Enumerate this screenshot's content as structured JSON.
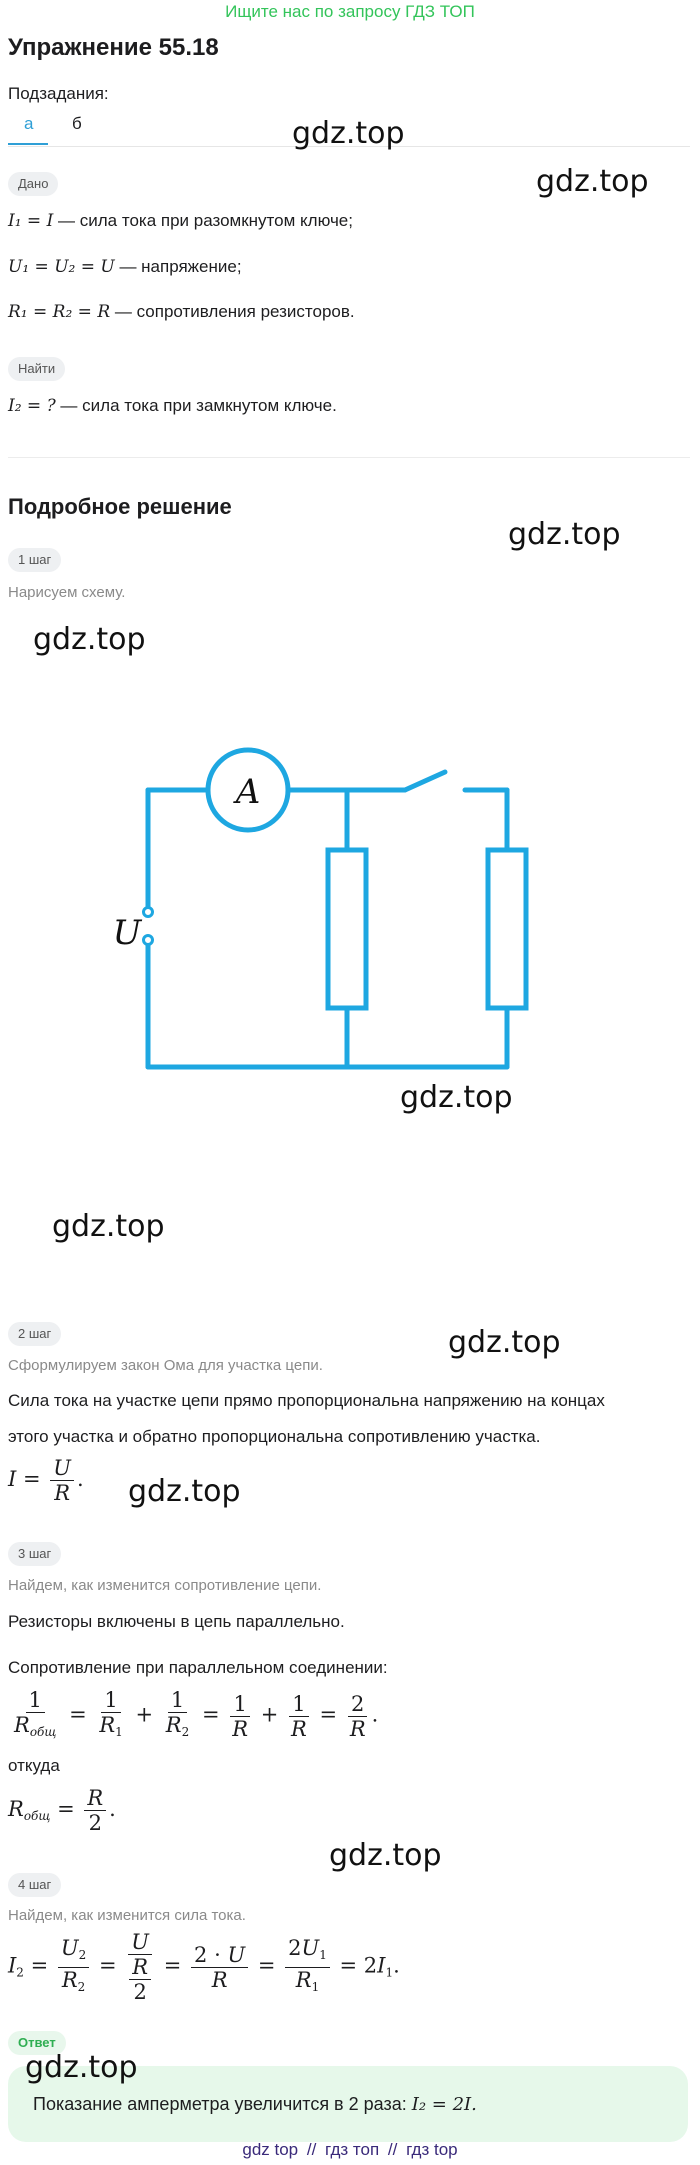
{
  "banner": "Ищите нас по запросу ГДЗ ТОП",
  "title": "Упражнение 55.18",
  "subtasks": {
    "label": "Подзадания:",
    "tabs": [
      "а",
      "б"
    ]
  },
  "given": {
    "badge": "Дано",
    "lines": [
      {
        "math": "I₁ = I",
        "text": " — сила тока при разомкнутом ключе;"
      },
      {
        "math": "U₁ = U₂ = U",
        "text": " — напряжение;"
      },
      {
        "math": "R₁ = R₂ = R",
        "text": " — сопротивления резисторов."
      }
    ]
  },
  "find": {
    "badge": "Найти",
    "line": {
      "math": "I₂ = ?",
      "text": " — сила тока при замкнутом ключе."
    }
  },
  "solution_title": "Подробное решение",
  "steps": [
    {
      "badge": "1 шаг",
      "hint": "Нарисуем схему."
    },
    {
      "badge": "2 шаг",
      "hint": "Сформулируем закон Ома для участка цепи."
    },
    {
      "badge": "3 шаг",
      "hint": "Найдем, как изменится сопротивление цепи."
    },
    {
      "badge": "4 шаг",
      "hint": "Найдем, как изменится сила тока."
    }
  ],
  "circuit": {
    "ammeter": "A",
    "voltage": "U"
  },
  "step2": {
    "text1": "Сила тока на участке цепи прямо пропорциональна напряжению на концах",
    "text2": "этого участка и обратно пропорциональна сопротивлению участка."
  },
  "step3": {
    "text1": "Резисторы включены в цепь параллельно.",
    "text2": "Сопротивление при параллельном соединении:",
    "text3": "откуда"
  },
  "answer": {
    "badge": "Ответ",
    "text": "Показание амперметра увеличится в 2 раза: ",
    "math": "I₂ = 2I."
  },
  "watermark": "gdz.top",
  "footer": [
    "gdz top",
    "гдз топ",
    "гдз top"
  ],
  "footer_sep": "//",
  "colors": {
    "accent": "#2f9fd6",
    "circuit": "#1ea7e1",
    "banner": "#33c45a",
    "answer_bg": "#e6f8ea"
  }
}
